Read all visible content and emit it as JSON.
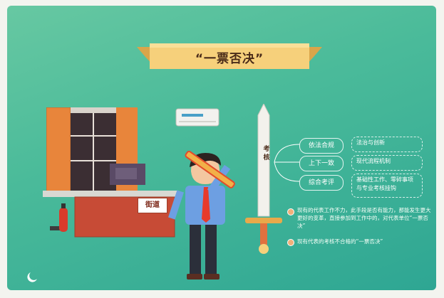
{
  "banner": {
    "title": "“一票否决”"
  },
  "desk_sign": {
    "text": "街道"
  },
  "sword": {
    "text": "考核"
  },
  "mind_map": {
    "nodes": [
      "依法合规",
      "上下一致",
      "综合考评"
    ],
    "details": [
      "法治与创新",
      "现代流程机制",
      "基础性工作、零碎事项与专业考核挂钩"
    ]
  },
  "notes": [
    "现有的代表工作不力，此手段是否有能力，那能发生更大更好的变革，直接参加到工作中的，对代表单位“一票否决”",
    "现有代表的考核不合格的“一票否决”"
  ],
  "colors": {
    "background": "#4bbb9a",
    "banner": "#f6d07b",
    "accent": "#f1b07a"
  }
}
